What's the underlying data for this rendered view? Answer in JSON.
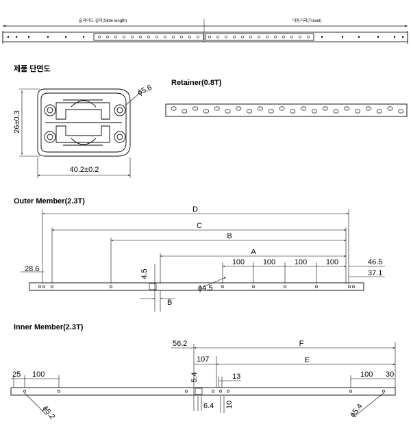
{
  "top_bar": {
    "slide_length_label": "슬라이드 길이(Slide length)",
    "travel_label": "이동거리(Travel)"
  },
  "section_cross": {
    "title": "제품 단면도"
  },
  "cross_section": {
    "height_dim": "26±0.3",
    "width_dim": "40.2±0.2",
    "ball_dim": "ϕ5.6"
  },
  "section_retainer": {
    "title": "Retainer(0.8T)"
  },
  "section_outer": {
    "title": "Outer Member(2.3T)"
  },
  "outer": {
    "dim_D": "D",
    "dim_C": "C",
    "dim_B_top": "B",
    "dim_A": "A",
    "pitch_1": "100",
    "pitch_2": "100",
    "pitch_3": "100",
    "pitch_4": "100",
    "left_offset": "28.6",
    "right_offset_1": "46.5",
    "right_offset_2": "37.1",
    "slot_height": "4.5",
    "hole_dia": "ϕ4.5",
    "dim_B_bottom": "B"
  },
  "section_inner": {
    "title": "Inner Member(2.3T)"
  },
  "inner": {
    "dim_F": "F",
    "dim_E": "E",
    "offset_56": "56.2",
    "offset_107": "107",
    "left_25": "25",
    "left_pitch": "100",
    "right_pitch": "100",
    "right_30": "30",
    "slot_5_4": "5.4",
    "dim_13": "13",
    "dim_6_4": "6.4",
    "dim_10": "10",
    "hole_left": "ϕ5.2",
    "hole_right": "ϕ5.4"
  }
}
